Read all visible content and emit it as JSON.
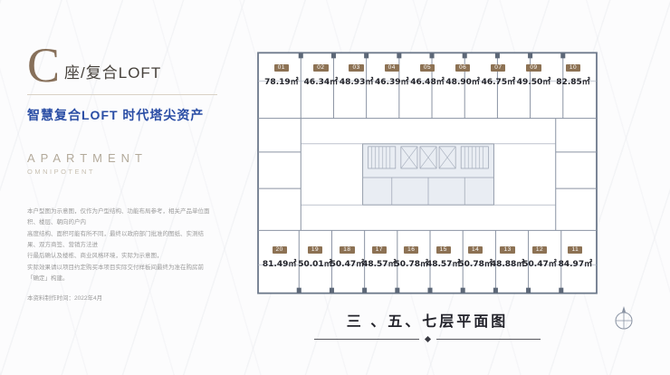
{
  "header": {
    "letter": "C",
    "suffix": "座/复合LOFT",
    "subtitle": "智慧复合LOFT 时代塔尖资产",
    "brand": "APARTMENT",
    "brand_sub": "OMNIPOTENT"
  },
  "disclaimer": {
    "lines": [
      "本户型图为示意图，仅作为户型结构、功能布局参考，相关产品单位面积、楼层、朝向的户内",
      "高度结构、面积可能有所不同，最终以政府部门批准的图纸、实测结果、双方商签、营销方法进",
      "行最后确认及楼栋、商业风格环境，实际为示意图，",
      "实际效果请以项目约定购买本项目实际交付样板间最终为准在购房前「确定」构建。"
    ],
    "date": "本资料制作时间：2022年4月"
  },
  "plan": {
    "caption": "三 、五、七层平面图",
    "units_top": [
      {
        "no": "01",
        "area": "78.19㎡"
      },
      {
        "no": "02",
        "area": "46.34㎡"
      },
      {
        "no": "03",
        "area": "48.93㎡"
      },
      {
        "no": "04",
        "area": "46.39㎡"
      },
      {
        "no": "05",
        "area": "46.48㎡"
      },
      {
        "no": "06",
        "area": "48.90㎡"
      },
      {
        "no": "07",
        "area": "46.75㎡"
      },
      {
        "no": "09",
        "area": "49.50㎡"
      },
      {
        "no": "10",
        "area": "82.85㎡"
      }
    ],
    "units_bottom": [
      {
        "no": "20",
        "area": "81.49㎡"
      },
      {
        "no": "19",
        "area": "50.01㎡"
      },
      {
        "no": "18",
        "area": "50.47㎡"
      },
      {
        "no": "17",
        "area": "48.57㎡"
      },
      {
        "no": "16",
        "area": "50.78㎡"
      },
      {
        "no": "15",
        "area": "48.57㎡"
      },
      {
        "no": "14",
        "area": "50.78㎡"
      },
      {
        "no": "13",
        "area": "48.88㎡"
      },
      {
        "no": "12",
        "area": "50.47㎡"
      },
      {
        "no": "11",
        "area": "84.97㎡"
      }
    ]
  },
  "colors": {
    "accent_blue": "#2a4da5",
    "badge_brown": "#8d7254",
    "letter_bronze": "#87705a",
    "plan_line": "#8a93a3"
  }
}
